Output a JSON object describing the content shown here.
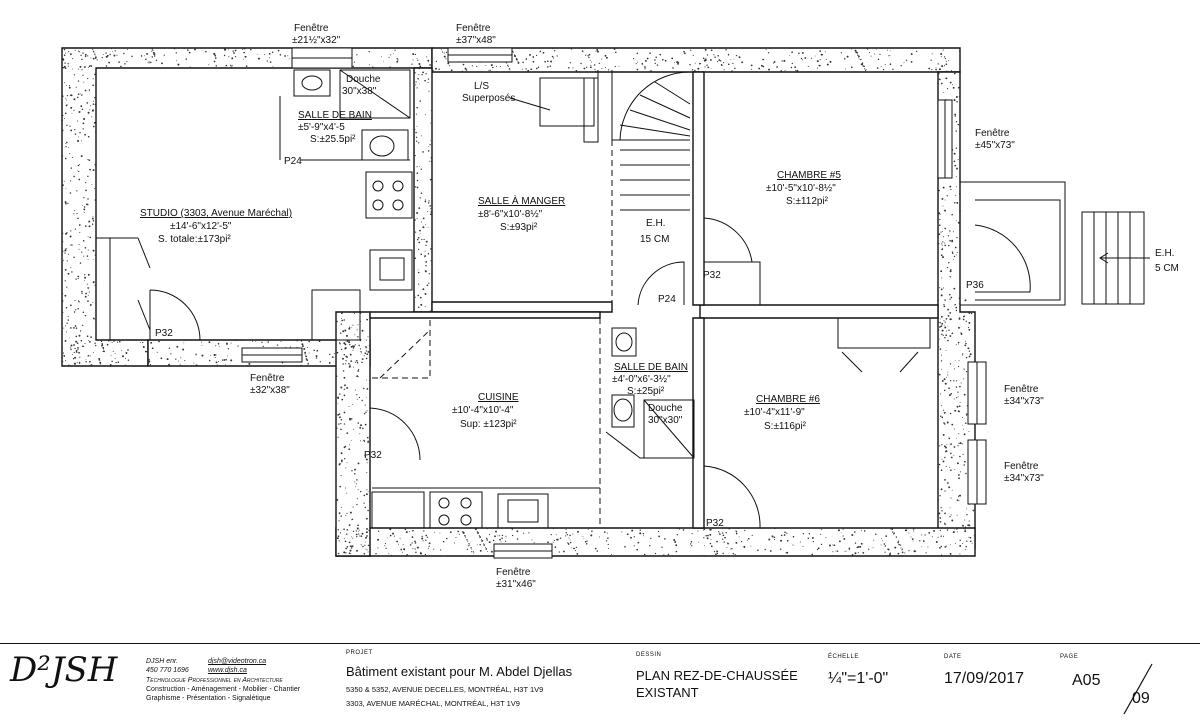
{
  "plan": {
    "rooms": {
      "studio": {
        "name": "STUDIO (3303, Avenue Maréchal)",
        "dims": "±14'-6\"x12'-5\"",
        "area": "S. totale:±173pi²"
      },
      "sdb1": {
        "name": "SALLE DE BAIN",
        "dims": "±5'-9\"x4'-5",
        "area": "S:±25.5pi²"
      },
      "douche1": {
        "name": "Douche",
        "dims": "30\"x38\""
      },
      "salle_manger": {
        "name": "SALLE À MANGER",
        "dims": "±8'-6\"x10'-8½\"",
        "area": "S:±93pi²"
      },
      "chambre5": {
        "name": "CHAMBRE #5",
        "dims": "±10'-5\"x10'-8½\"",
        "area": "S:±112pi²"
      },
      "cuisine": {
        "name": "CUISINE",
        "dims": "±10'-4\"x10'-4\"",
        "area": "Sup: ±123pi²"
      },
      "sdb2": {
        "name": "SALLE DE BAIN",
        "dims": "±4'-0\"x6'-3½\"",
        "area": "S:±25pi²"
      },
      "douche2": {
        "name": "Douche",
        "dims": "30\"x30\""
      },
      "chambre6": {
        "name": "CHAMBRE #6",
        "dims": "±10'-4\"x11'-9\"",
        "area": "S:±116pi²"
      }
    },
    "windows": {
      "w1": {
        "label": "Fenêtre",
        "size": "±21½\"x32\""
      },
      "w2": {
        "label": "Fenêtre",
        "size": "±37\"x48\""
      },
      "w3": {
        "label": "Fenêtre",
        "size": "±45\"x73\""
      },
      "w4": {
        "label": "Fenêtre",
        "size": "±32\"x38\""
      },
      "w5": {
        "label": "Fenêtre",
        "size": "±34\"x73\""
      },
      "w6": {
        "label": "Fenêtre",
        "size": "±34\"x73\""
      },
      "w7": {
        "label": "Fenêtre",
        "size": "±31\"x46\""
      }
    },
    "doors": {
      "p24a": "P24",
      "p24b": "P24",
      "p32a": "P32",
      "p32b": "P32",
      "p32c": "P32",
      "p32d": "P32",
      "p36": "P36"
    },
    "notes": {
      "ls_line1": "L/S",
      "ls_line2": "Superposés",
      "eh1_line1": "E.H.",
      "eh1_line2": "15 CM",
      "eh2_line1": "E.H.",
      "eh2_line2": "5 CM"
    }
  },
  "title_block": {
    "firm": {
      "logo": "D²JSH",
      "name": "DJSH enr.",
      "phone": "450 770 1696",
      "email": "djsh@videotron.ca",
      "web": "www.djsh.ca",
      "tagline": "Technologue Professionnel en Architecture",
      "services1": "Construction - Aménagement - Mobilier - Chantier",
      "services2": "Graphisme - Présentation - Signalétique"
    },
    "projet": {
      "header": "PROJET",
      "title": "Bâtiment existant pour M. Abdel Djellas",
      "addr1": "5350 & 5352, AVENUE DECELLES, MONTRÉAL, H3T 1V9",
      "addr2": "3303, AVENUE MARÉCHAL, MONTRÉAL, H3T 1V9"
    },
    "dessin": {
      "header": "DESSIN",
      "line1": "PLAN REZ-DE-CHAUSSÉE",
      "line2": "EXISTANT"
    },
    "echelle": {
      "header": "ÉCHELLE",
      "value": "¼\"=1'-0\""
    },
    "date": {
      "header": "DATE",
      "value": "17/09/2017"
    },
    "page": {
      "header": "PAGE",
      "number": "A05",
      "total": "09"
    }
  }
}
